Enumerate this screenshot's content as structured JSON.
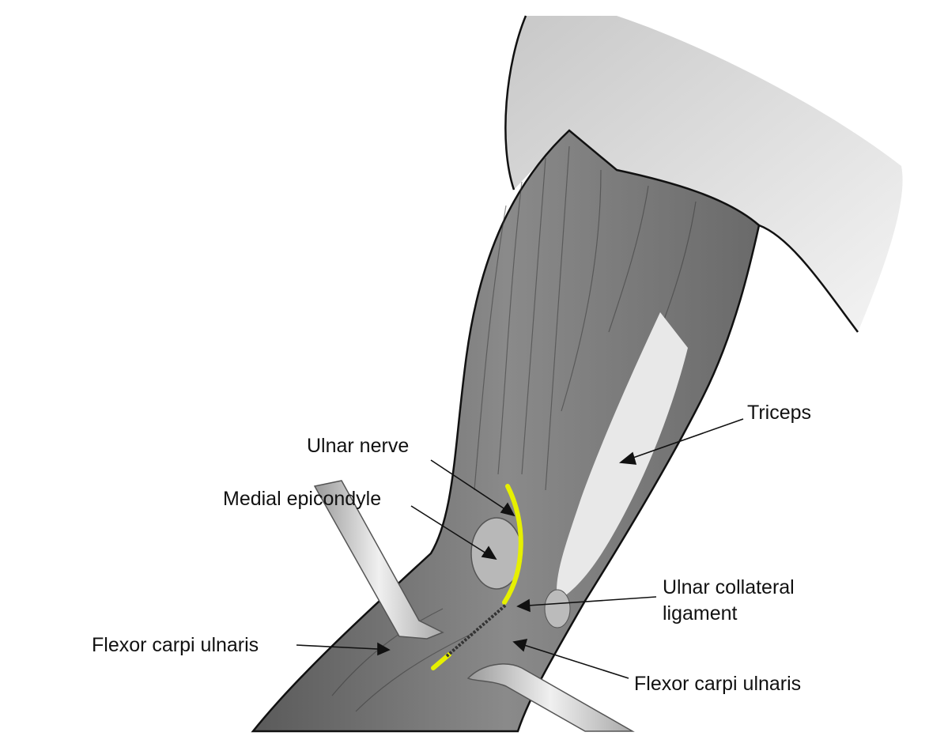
{
  "labels": {
    "triceps": "Triceps",
    "ulnar_nerve": "Ulnar nerve",
    "medial_epicondyle": "Medial epicondyle",
    "ulnar_collateral_ligament_line1": "Ulnar collateral",
    "ulnar_collateral_ligament_line2": "ligament",
    "flexor_carpi_ulnaris_left": "Flexor carpi ulnaris",
    "flexor_carpi_ulnaris_right": "Flexor carpi ulnaris"
  },
  "colors": {
    "muscle": "#6e6e6e",
    "tendon": "#e6e6e6",
    "nerve": "#e6f000",
    "shoulder": "#d8d8d8",
    "retractor": "#cfcfcf"
  }
}
